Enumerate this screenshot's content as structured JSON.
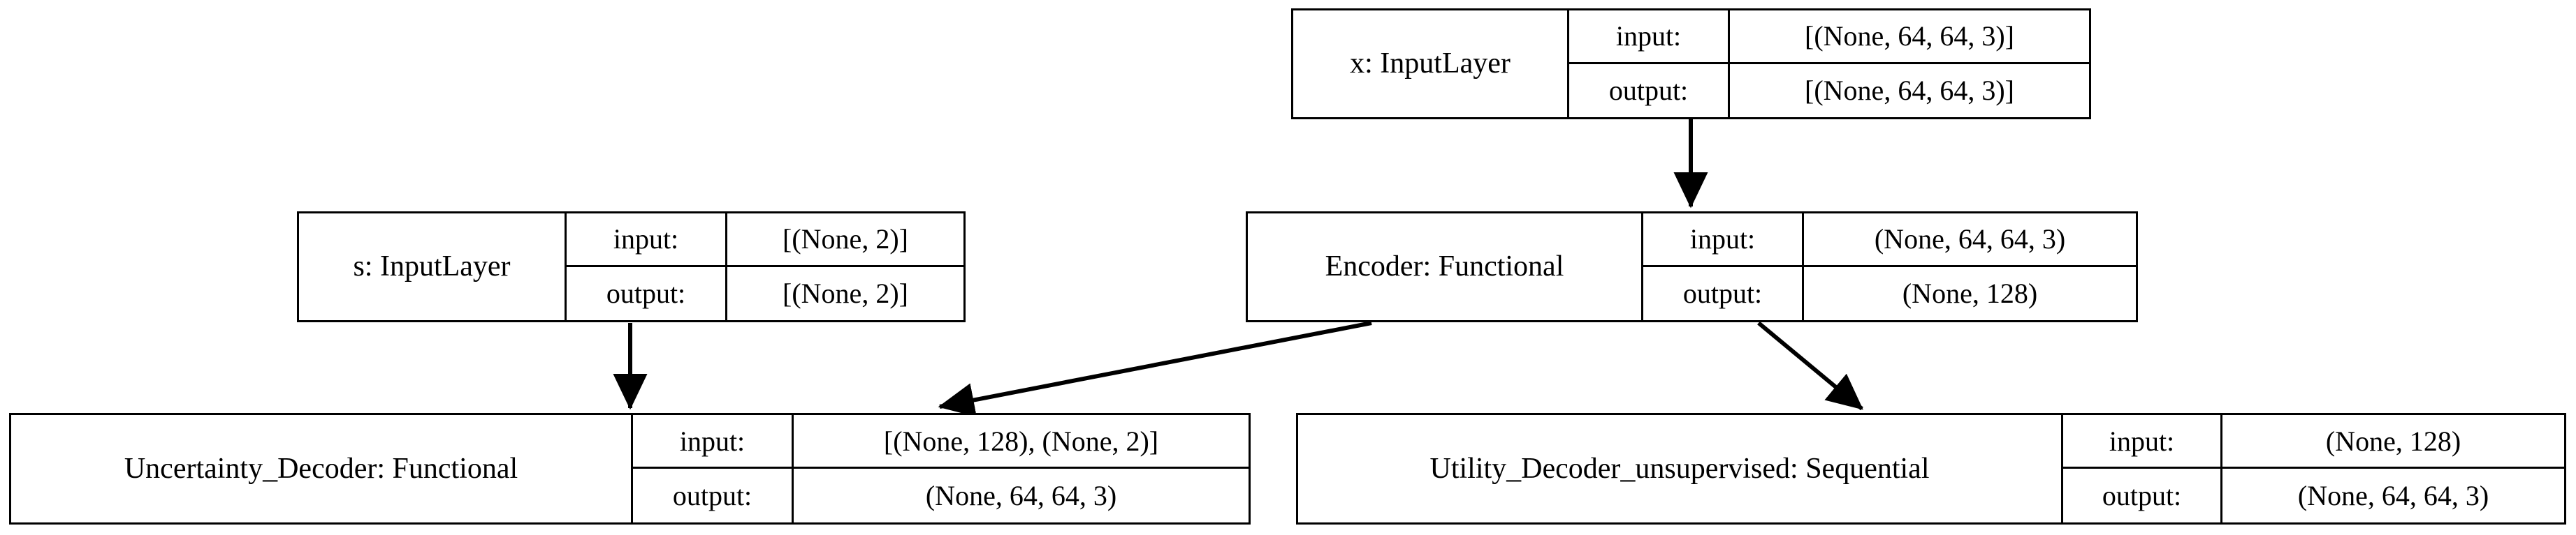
{
  "diagram": {
    "title": "Keras model architecture graph",
    "type": "model-plot",
    "row_labels": {
      "input": "input:",
      "output": "output:"
    },
    "colors": {
      "stroke": "#000000",
      "background": "#ffffff",
      "text": "#000000"
    },
    "nodes": [
      {
        "id": "x_input",
        "name": "x: InputLayer",
        "input": "[(None, 64, 64, 3)]",
        "output": "[(None, 64, 64, 3)]"
      },
      {
        "id": "s_input",
        "name": "s: InputLayer",
        "input": "[(None, 2)]",
        "output": "[(None, 2)]"
      },
      {
        "id": "encoder",
        "name": "Encoder: Functional",
        "input": "(None, 64, 64, 3)",
        "output": "(None, 128)"
      },
      {
        "id": "uncertainty_decoder",
        "name": "Uncertainty_Decoder: Functional",
        "input": "[(None, 128), (None, 2)]",
        "output": "(None, 64, 64, 3)"
      },
      {
        "id": "utility_decoder",
        "name": "Utility_Decoder_unsupervised: Sequential",
        "input": "(None, 128)",
        "output": "(None, 64, 64, 3)"
      }
    ],
    "edges": [
      {
        "from": "x_input",
        "to": "encoder"
      },
      {
        "from": "s_input",
        "to": "uncertainty_decoder"
      },
      {
        "from": "encoder",
        "to": "uncertainty_decoder"
      },
      {
        "from": "encoder",
        "to": "utility_decoder"
      }
    ]
  }
}
